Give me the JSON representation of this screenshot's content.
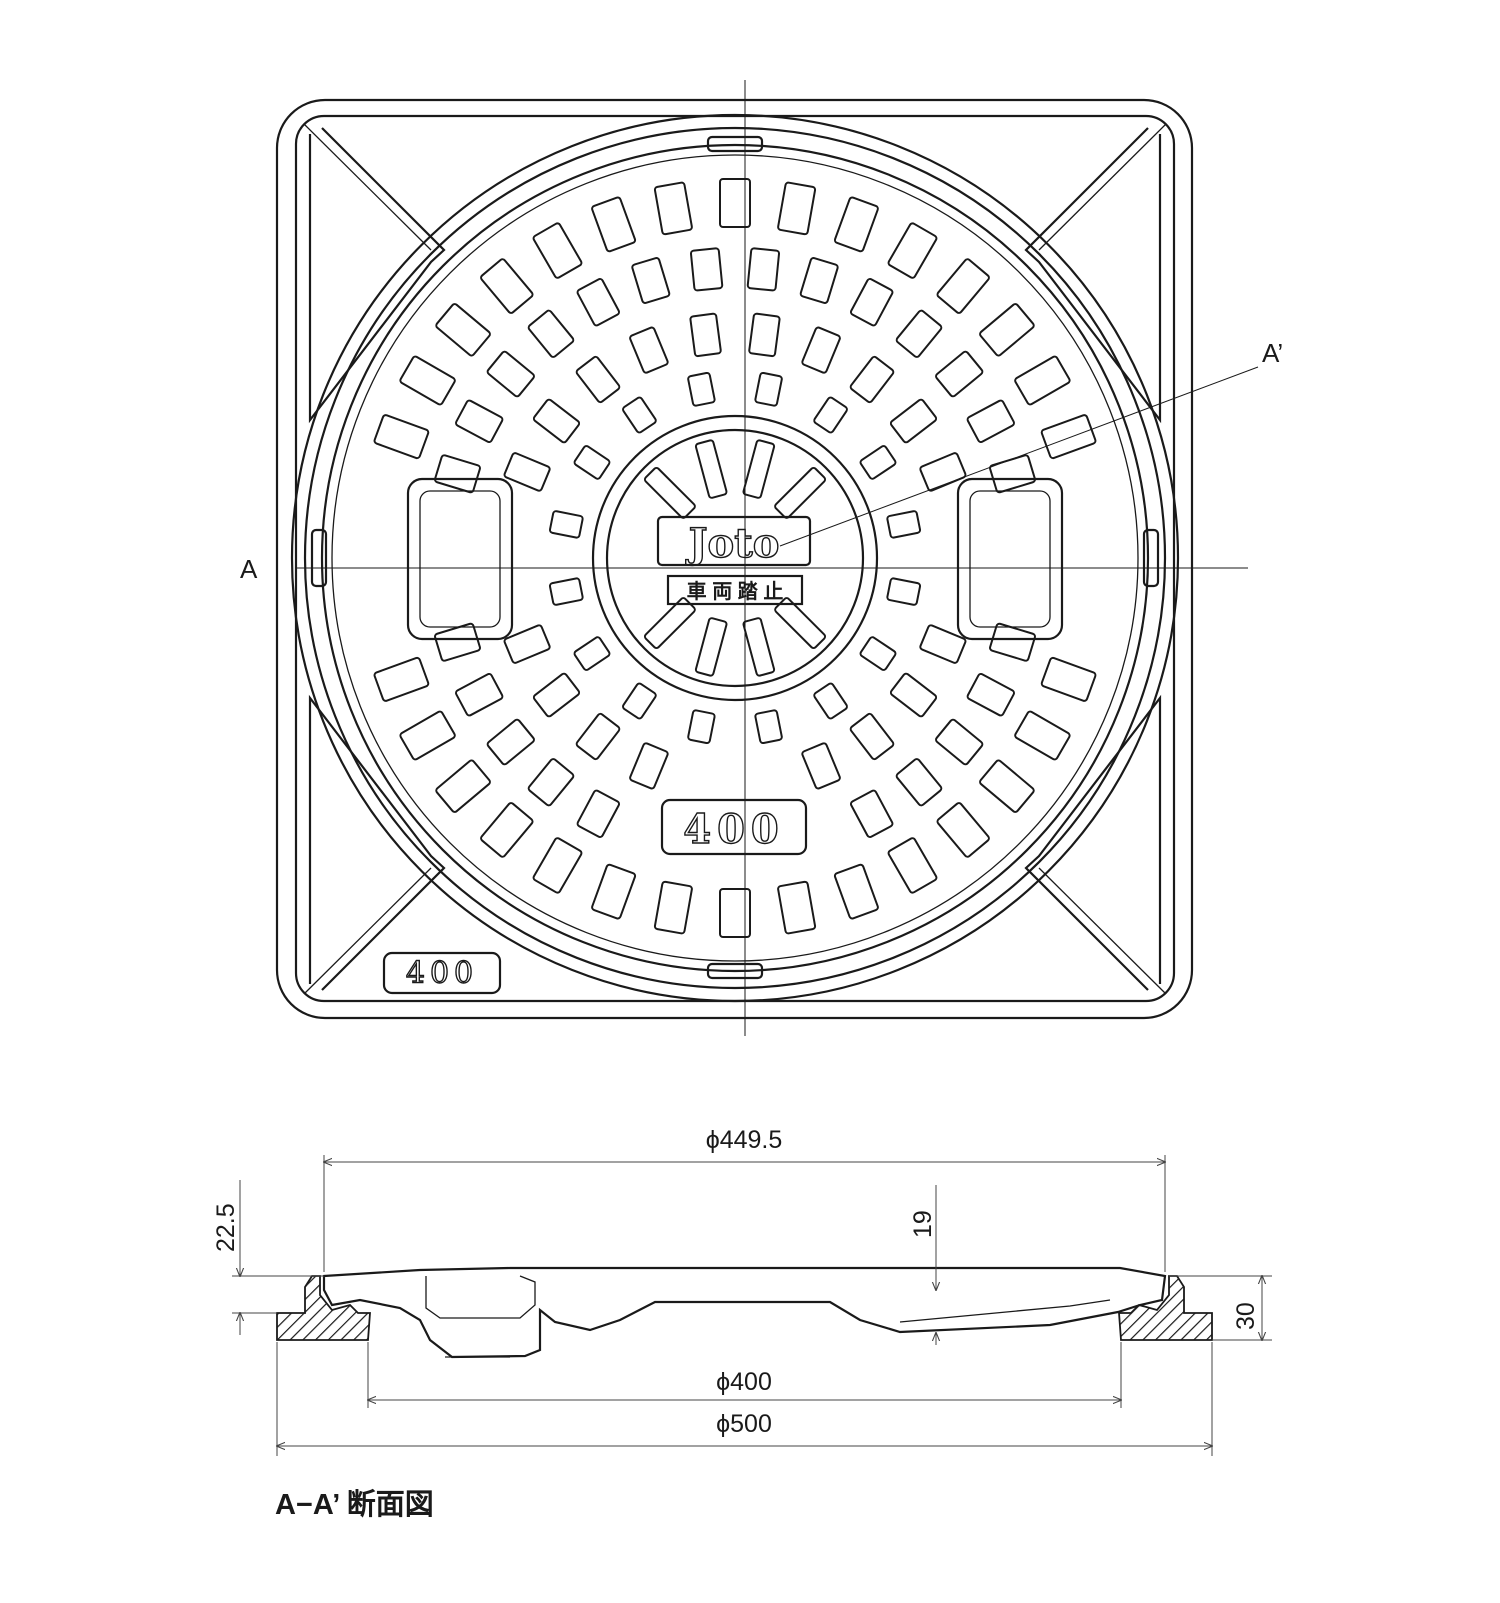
{
  "plan_view": {
    "section_start_label": "A",
    "section_end_label": "A’",
    "brand_text": "Joto",
    "stamp_text": "車 両 踏 止",
    "cover_size_mark": "400",
    "frame_size_mark": "400"
  },
  "section_view": {
    "dimensions": {
      "top_diameter": "ϕ449.5",
      "opening_diameter": "ϕ400",
      "outer_diameter": "ϕ500",
      "flange_height": "22.5",
      "cover_thickness": "19",
      "overall_height": "30"
    },
    "caption": "A−A’ 断面図"
  },
  "colors": {
    "line": "#1a1a1a",
    "background": "#ffffff"
  }
}
